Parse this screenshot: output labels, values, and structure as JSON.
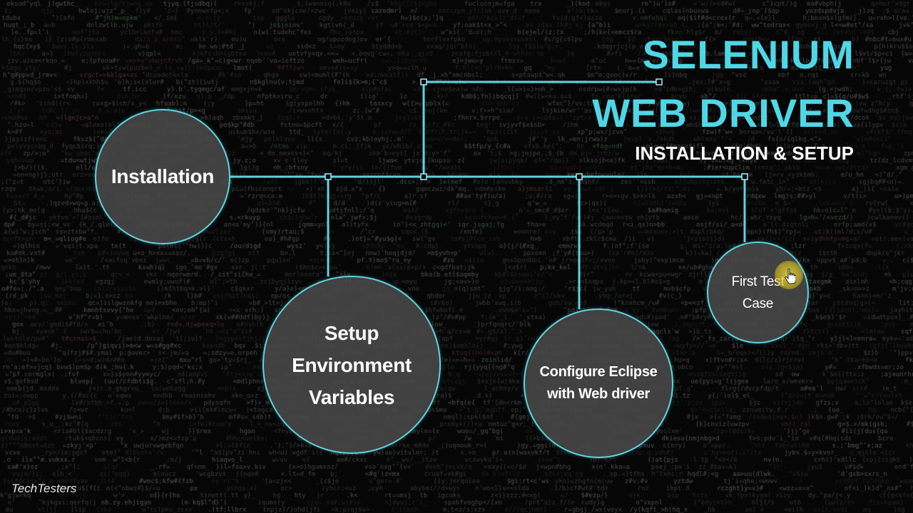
{
  "title": {
    "line1": "SELENIUM",
    "line2": "WEB DRIVER",
    "subtitle": "INSTALLATION & SETUP"
  },
  "nodes": [
    {
      "id": "installation",
      "lines": [
        "Installation"
      ]
    },
    {
      "id": "setup-env",
      "lines": [
        "Setup",
        "Environment",
        "Variables"
      ]
    },
    {
      "id": "configure-eclipse",
      "lines": [
        "Configure Eclipse",
        "with Web driver"
      ]
    },
    {
      "id": "first-test-case",
      "lines": [
        "First Test",
        "Case"
      ]
    }
  ],
  "branding": {
    "name": "TechTesters"
  },
  "colors": {
    "accent": "#4fd7e6",
    "line": "#5fd3e0",
    "node_fill": "#484848",
    "background": "#060606"
  },
  "cursor": {
    "icon": "hand-pointer-icon"
  }
}
